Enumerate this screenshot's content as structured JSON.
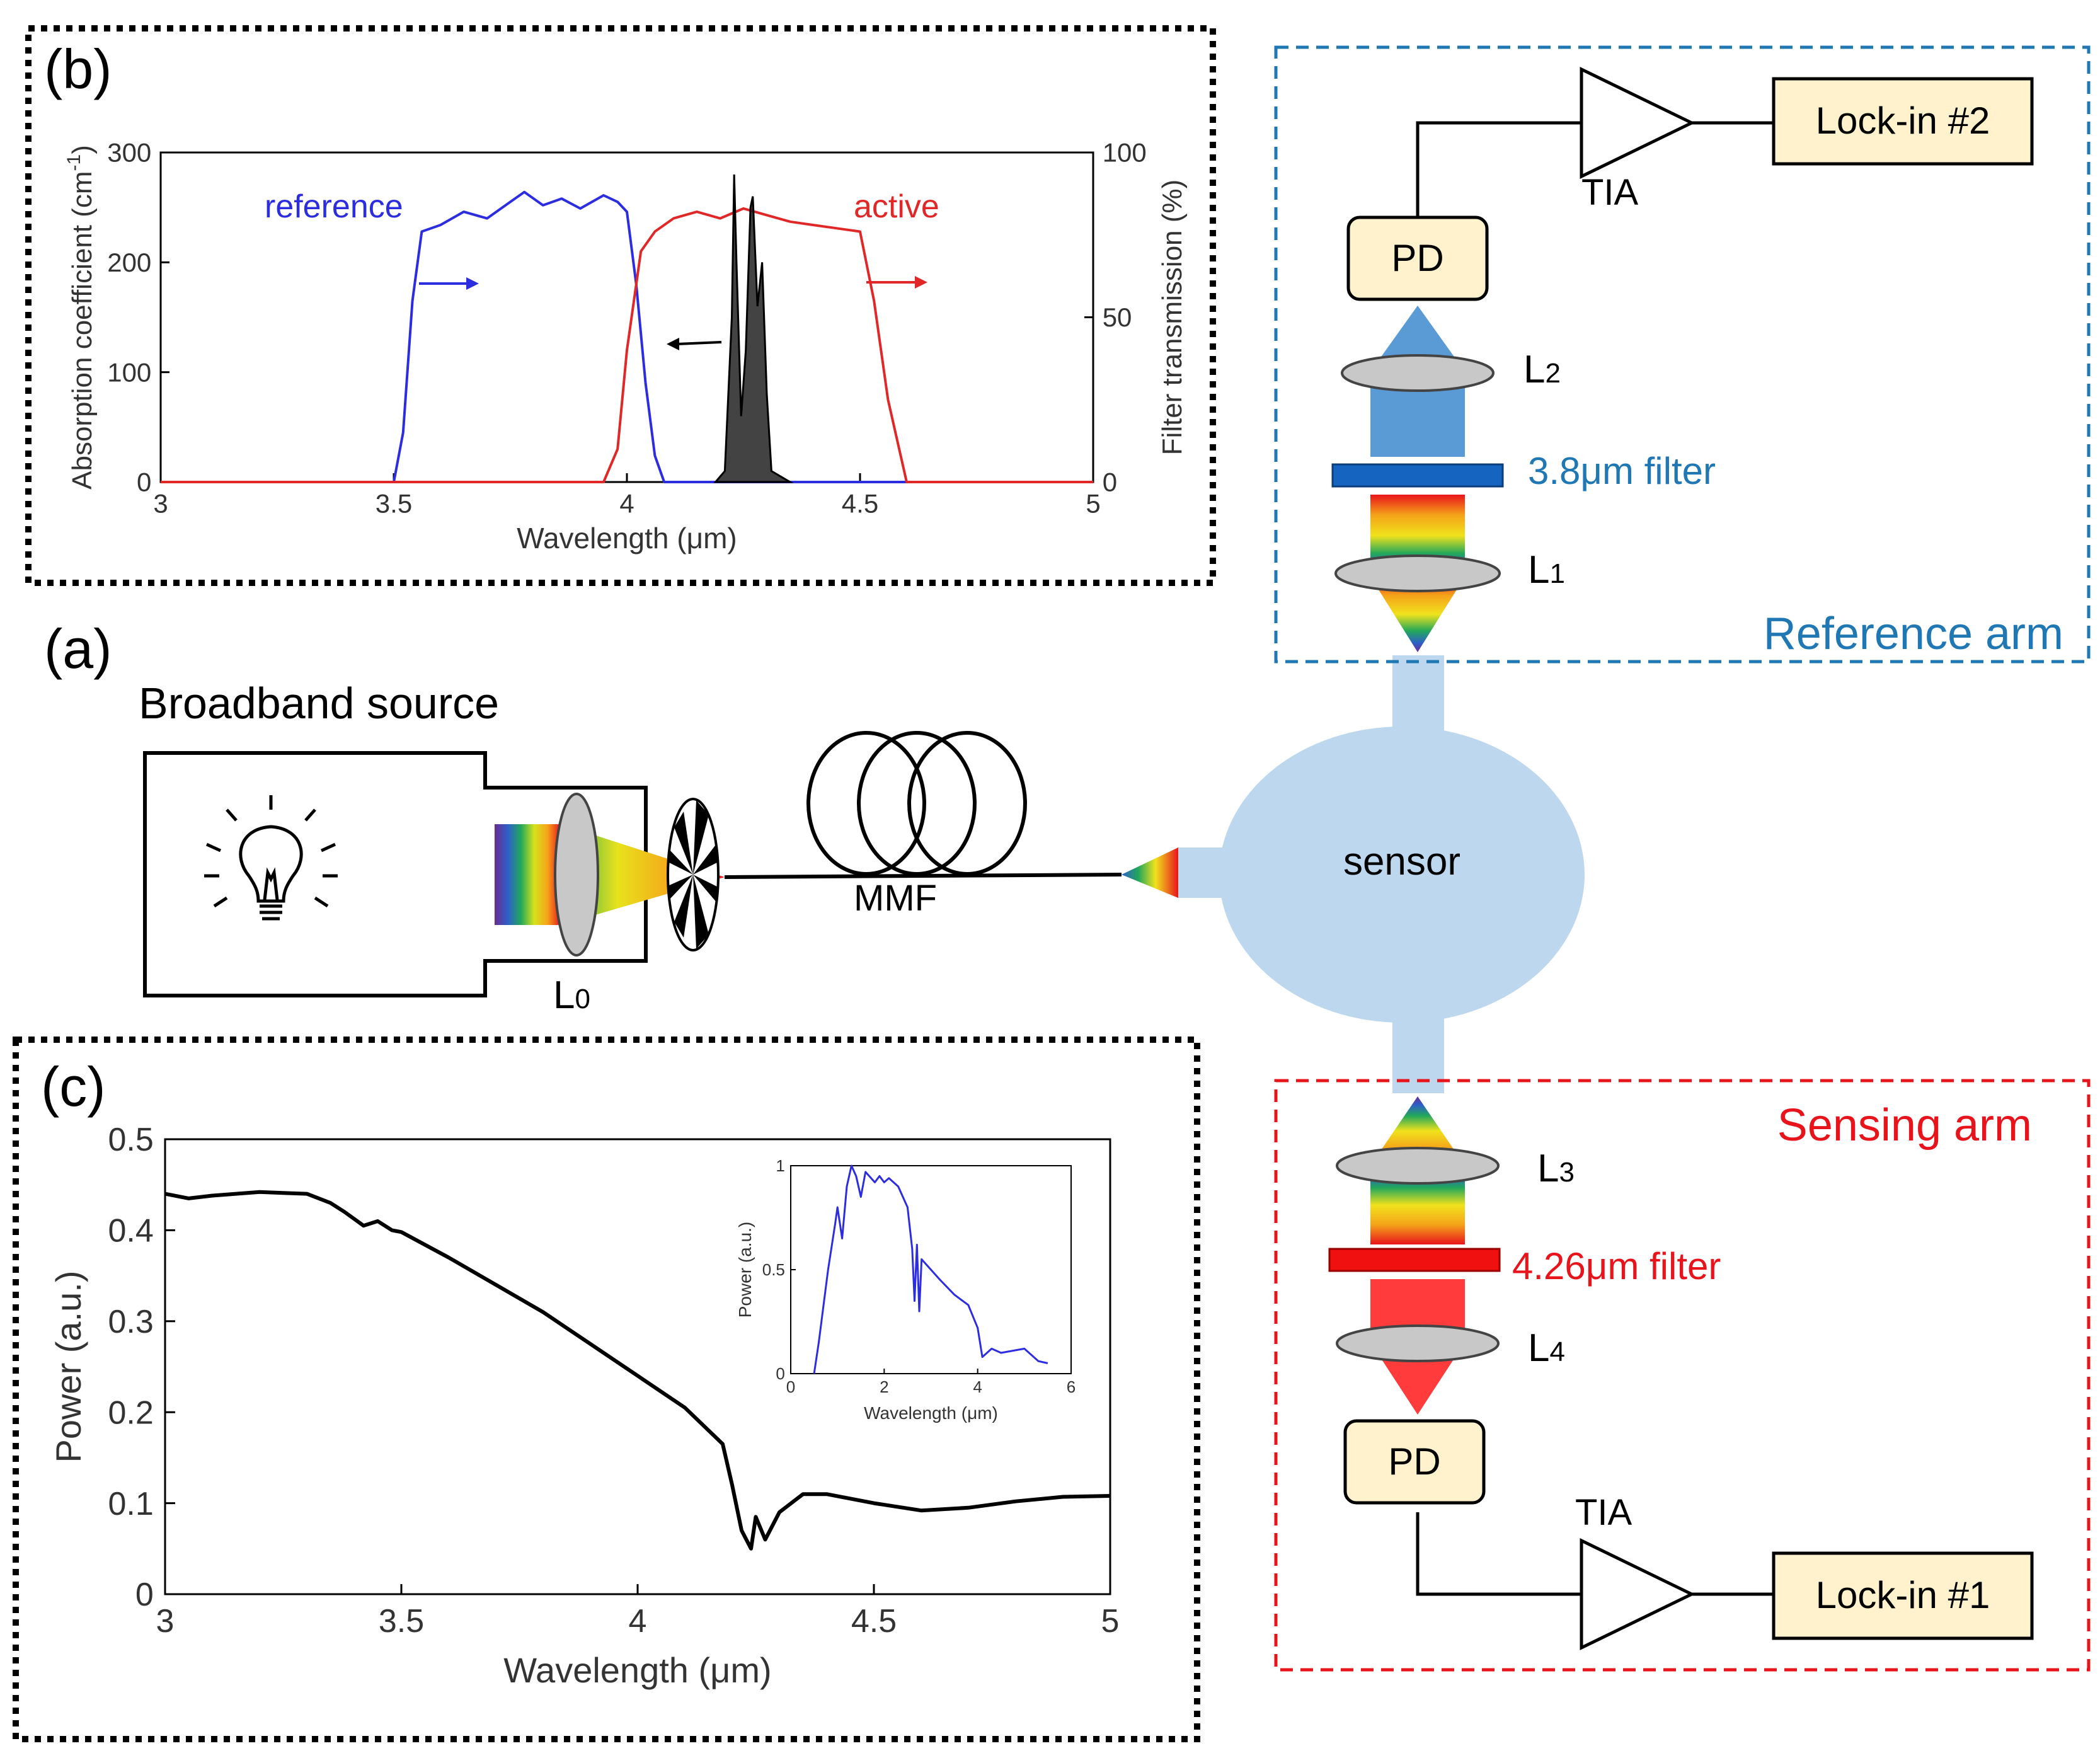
{
  "panel_labels": {
    "a": "(a)",
    "b": "(b)",
    "c": "(c)"
  },
  "source": {
    "title": "Broadband source",
    "lens": "L",
    "lens_sub": "0",
    "fiber_label": "MMF"
  },
  "sensor": {
    "label": "sensor"
  },
  "reference_arm": {
    "title": "Reference arm",
    "lockin": "Lock-in #2",
    "tia": "TIA",
    "pd": "PD",
    "filter": "3.8μm filter",
    "lens_upper": "L",
    "lens_upper_sub": "2",
    "lens_lower": "L",
    "lens_lower_sub": "1"
  },
  "sensing_arm": {
    "title": "Sensing arm",
    "lockin": "Lock-in #1",
    "tia": "TIA",
    "pd": "PD",
    "filter": "4.26μm filter",
    "lens_upper": "L",
    "lens_upper_sub": "3",
    "lens_lower": "L",
    "lens_lower_sub": "4"
  },
  "colors": {
    "ref_blue": "#1f77b4",
    "sense_red": "#e8141b",
    "box_fill": "#fff2cc",
    "sensor_fill": "#bdd7ee",
    "beam_blue": "#5b9bd5",
    "beam_red": "#ff3b3b",
    "curve_blue": "#2d2de0",
    "curve_red": "#e02828"
  },
  "chart_data": [
    {
      "panel": "b",
      "type": "line",
      "xlabel": "Wavelength (μm)",
      "ylabel_left": "Absorption coefficient (cm",
      "ylabel_left_sup": "-1",
      "ylabel_left_end": ")",
      "ylabel_right": "Filter transmission (%)",
      "xlim": [
        3,
        5
      ],
      "ylim_left": [
        0,
        300
      ],
      "ylim_right": [
        0,
        100
      ],
      "xticks": [
        "3",
        "3.5",
        "4",
        "4.5",
        "5"
      ],
      "yticks_left": [
        "0",
        "100",
        "200",
        "300"
      ],
      "yticks_right": [
        "0",
        "50",
        "100"
      ],
      "annotations": {
        "reference": "reference",
        "active": "active"
      },
      "series": [
        {
          "name": "reference",
          "axis": "right",
          "x": [
            3.0,
            3.5,
            3.52,
            3.54,
            3.56,
            3.6,
            3.65,
            3.7,
            3.75,
            3.78,
            3.82,
            3.86,
            3.9,
            3.95,
            3.98,
            4.0,
            4.02,
            4.04,
            4.06,
            4.08,
            5.0
          ],
          "y": [
            0,
            0,
            15,
            55,
            76,
            78,
            82,
            80,
            85,
            88,
            84,
            86,
            83,
            87,
            85,
            82,
            60,
            30,
            8,
            0,
            0
          ]
        },
        {
          "name": "active",
          "axis": "right",
          "x": [
            3.0,
            3.95,
            3.98,
            4.0,
            4.03,
            4.06,
            4.1,
            4.15,
            4.2,
            4.25,
            4.3,
            4.35,
            4.4,
            4.45,
            4.5,
            4.53,
            4.56,
            4.6,
            5.0
          ],
          "y": [
            0,
            0,
            10,
            40,
            70,
            76,
            80,
            82,
            80,
            83,
            81,
            79,
            78,
            77,
            76,
            55,
            25,
            0,
            0
          ]
        },
        {
          "name": "absorption",
          "axis": "left",
          "x": [
            4.19,
            4.21,
            4.225,
            4.23,
            4.235,
            4.245,
            4.255,
            4.265,
            4.27,
            4.28,
            4.29,
            4.3,
            4.31,
            4.35
          ],
          "y": [
            0,
            10,
            150,
            280,
            200,
            60,
            120,
            250,
            260,
            160,
            200,
            80,
            10,
            0
          ]
        }
      ]
    },
    {
      "panel": "c",
      "type": "line",
      "xlabel": "Wavelength (μm)",
      "ylabel": "Power (a.u.)",
      "xlim": [
        3,
        5
      ],
      "ylim": [
        0,
        0.5
      ],
      "xticks": [
        "3",
        "3.5",
        "4",
        "4.5",
        "5"
      ],
      "yticks": [
        "0",
        "0.1",
        "0.2",
        "0.3",
        "0.4",
        "0.5"
      ],
      "series": [
        {
          "name": "spectrum",
          "x": [
            3.0,
            3.05,
            3.1,
            3.15,
            3.2,
            3.25,
            3.3,
            3.35,
            3.38,
            3.42,
            3.45,
            3.48,
            3.5,
            3.6,
            3.7,
            3.8,
            3.9,
            4.0,
            4.1,
            4.18,
            4.2,
            4.22,
            4.24,
            4.25,
            4.27,
            4.3,
            4.35,
            4.4,
            4.5,
            4.6,
            4.7,
            4.8,
            4.9,
            5.0
          ],
          "y": [
            0.44,
            0.435,
            0.438,
            0.44,
            0.442,
            0.441,
            0.44,
            0.43,
            0.42,
            0.405,
            0.41,
            0.4,
            0.398,
            0.37,
            0.34,
            0.31,
            0.275,
            0.24,
            0.205,
            0.165,
            0.12,
            0.07,
            0.05,
            0.085,
            0.06,
            0.09,
            0.11,
            0.11,
            0.1,
            0.092,
            0.095,
            0.102,
            0.107,
            0.108
          ]
        }
      ],
      "inset": {
        "xlabel": "Wavelength (μm)",
        "ylabel": "Power (a.u.)",
        "xlim": [
          0,
          6
        ],
        "ylim": [
          0,
          1
        ],
        "xticks": [
          "0",
          "2",
          "4",
          "6"
        ],
        "yticks": [
          "0",
          "0.5",
          "1"
        ],
        "x": [
          0.5,
          0.6,
          0.8,
          0.95,
          1.0,
          1.1,
          1.2,
          1.3,
          1.4,
          1.5,
          1.6,
          1.8,
          1.9,
          2.0,
          2.1,
          2.3,
          2.5,
          2.6,
          2.65,
          2.7,
          2.75,
          2.8,
          3.0,
          3.2,
          3.5,
          3.8,
          4.0,
          4.1,
          4.2,
          4.3,
          4.5,
          5.0,
          5.3,
          5.5
        ],
        "y": [
          0,
          0.15,
          0.5,
          0.72,
          0.8,
          0.65,
          0.9,
          1.0,
          0.95,
          0.85,
          0.97,
          0.92,
          0.95,
          0.92,
          0.94,
          0.9,
          0.8,
          0.6,
          0.35,
          0.62,
          0.3,
          0.55,
          0.5,
          0.45,
          0.38,
          0.33,
          0.22,
          0.08,
          0.1,
          0.12,
          0.1,
          0.12,
          0.06,
          0.05
        ]
      }
    }
  ]
}
